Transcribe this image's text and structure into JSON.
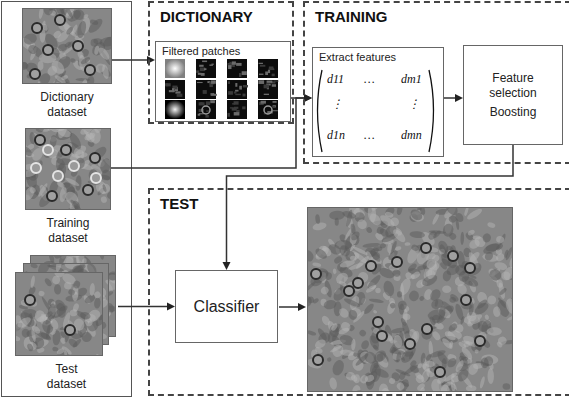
{
  "diagram": {
    "nodes": [
      {
        "text": [
          "Dictionary dataset"
        ]
      },
      {
        "text": [
          "Training dataset"
        ]
      },
      {
        "text": [
          "Test dataset"
        ]
      },
      {
        "text": [
          "DICTIONARY"
        ]
      },
      {
        "text": [
          "Filtered patches"
        ],
        "in": 3
      },
      {
        "text": [
          "TRAINING"
        ]
      },
      {
        "text": [
          "Extract features"
        ],
        "in": 5
      },
      {
        "text": [
          "Feature selection",
          "Boosting"
        ],
        "in": 5
      },
      {
        "text": [
          "TEST"
        ]
      },
      {
        "text": [
          "Classifier"
        ],
        "in": 8
      }
    ],
    "edges": [
      {
        "from": 0,
        "to": 4,
        "arrow": "to"
      },
      {
        "from": 4,
        "to": 6,
        "arrow": "to"
      },
      {
        "from": 1,
        "to": 6,
        "arrow": "to"
      },
      {
        "from": 6,
        "to": 7,
        "arrow": "to"
      },
      {
        "from": 7,
        "to": 9,
        "arrow": "to"
      },
      {
        "from": 2,
        "to": 9,
        "arrow": "to"
      }
    ],
    "labels": [
      "d11",
      "…",
      "dm1",
      "⋮",
      "⋮",
      "d1n",
      "…",
      "dmn"
    ]
  }
}
